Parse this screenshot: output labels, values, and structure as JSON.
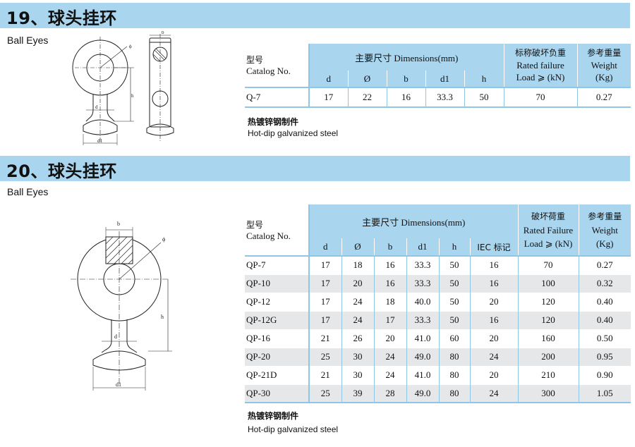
{
  "sections": [
    {
      "title": "19、球头挂环",
      "subtitle": "Ball Eyes",
      "table": {
        "catalog_header_zh": "型号",
        "catalog_header_en": "Catalog No.",
        "dims_header": "主要尺寸 Dimensions(mm)",
        "failure_header": [
          "标称破坏负重",
          "Rated failure",
          "Load ⩾ (kN)"
        ],
        "weight_header": [
          "参考重量",
          "Weight",
          "(Kg)"
        ],
        "dim_columns": [
          "d",
          "Ø",
          "b",
          "d1",
          "h"
        ],
        "rows": [
          {
            "catalog": "Q-7",
            "dims": [
              "17",
              "22",
              "16",
              "33.3",
              "50"
            ],
            "failure": "70",
            "weight": "0.27"
          }
        ]
      },
      "note_zh": "热镀锌钢制件",
      "note_en": "Hot-dip galvanized steel",
      "drawing_labels": {
        "d": "d",
        "d1": "d1",
        "h": "h",
        "phi": "ϕ",
        "b": "b"
      }
    },
    {
      "title": "20、球头挂环",
      "subtitle": "Ball Eyes",
      "table": {
        "catalog_header_zh": "型号",
        "catalog_header_en": "Catalog No.",
        "dims_header": "主要尺寸 Dimensions(mm)",
        "failure_header": [
          "破坏荷重",
          "Rated Failure",
          "Load ⩾ (kN)"
        ],
        "weight_header": [
          "参考重量",
          "Weight",
          "(Kg)"
        ],
        "dim_columns": [
          "d",
          "Ø",
          "b",
          "d1",
          "h",
          "IEC 标记"
        ],
        "rows": [
          {
            "catalog": "QP-7",
            "dims": [
              "17",
              "18",
              "16",
              "33.3",
              "50",
              "16"
            ],
            "failure": "70",
            "weight": "0.27"
          },
          {
            "catalog": "QP-10",
            "dims": [
              "17",
              "20",
              "16",
              "33.3",
              "50",
              "16"
            ],
            "failure": "100",
            "weight": "0.32"
          },
          {
            "catalog": "QP-12",
            "dims": [
              "17",
              "24",
              "18",
              "40.0",
              "50",
              "20"
            ],
            "failure": "120",
            "weight": "0.40"
          },
          {
            "catalog": "QP-12G",
            "dims": [
              "17",
              "24",
              "17",
              "33.3",
              "50",
              "16"
            ],
            "failure": "120",
            "weight": "0.40"
          },
          {
            "catalog": "QP-16",
            "dims": [
              "21",
              "26",
              "20",
              "41.0",
              "60",
              "20"
            ],
            "failure": "160",
            "weight": "0.50"
          },
          {
            "catalog": "QP-20",
            "dims": [
              "25",
              "30",
              "24",
              "49.0",
              "80",
              "24"
            ],
            "failure": "200",
            "weight": "0.95"
          },
          {
            "catalog": "QP-21D",
            "dims": [
              "21",
              "30",
              "24",
              "41.0",
              "80",
              "20"
            ],
            "failure": "210",
            "weight": "0.90"
          },
          {
            "catalog": "QP-30",
            "dims": [
              "25",
              "39",
              "28",
              "49.0",
              "80",
              "24"
            ],
            "failure": "300",
            "weight": "1.05"
          }
        ]
      },
      "note_zh": "热镀锌钢制件",
      "note_en": "Hot-dip galvanized steel",
      "drawing_labels": {
        "d": "d",
        "d1": "d1",
        "h": "h",
        "phi": "ϕ",
        "b": "b"
      }
    }
  ]
}
